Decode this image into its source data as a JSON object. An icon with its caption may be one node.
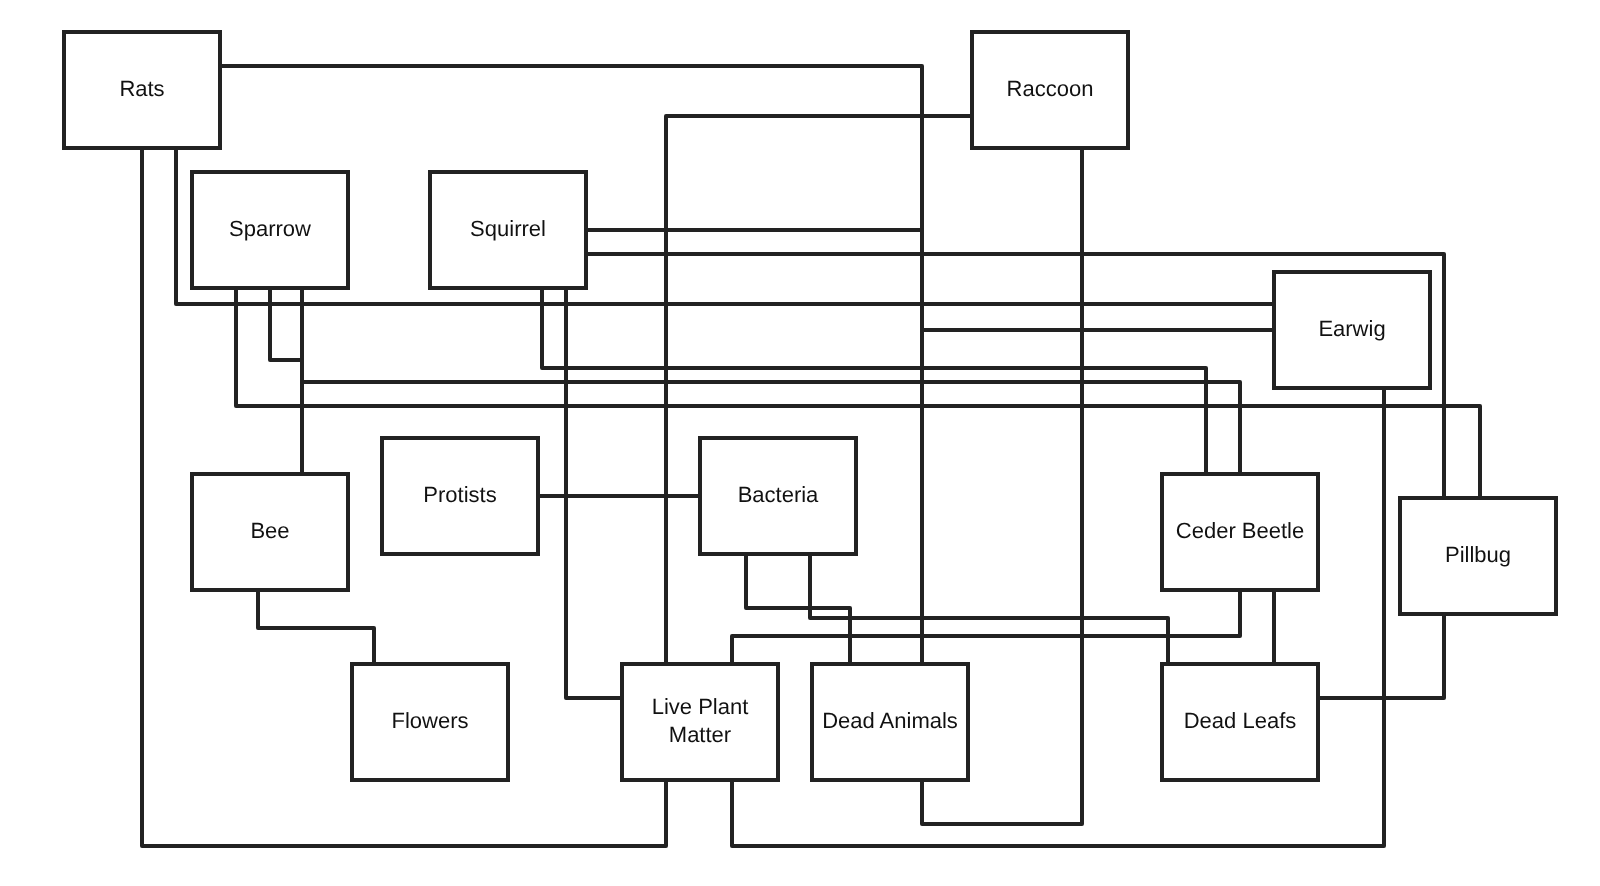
{
  "diagram": {
    "nodes": [
      {
        "text": [
          "Rats"
        ]
      },
      {
        "text": [
          "Raccoon"
        ]
      },
      {
        "text": [
          "Sparrow"
        ]
      },
      {
        "text": [
          "Squirrel"
        ]
      },
      {
        "text": [
          "Earwig"
        ]
      },
      {
        "text": [
          "Protists"
        ]
      },
      {
        "text": [
          "Bacteria"
        ]
      },
      {
        "text": [
          "Bee"
        ]
      },
      {
        "text": [
          "Ceder Beetle"
        ]
      },
      {
        "text": [
          "Pillbug"
        ]
      },
      {
        "text": [
          "Flowers"
        ]
      },
      {
        "text": [
          "Live Plant Matter"
        ]
      },
      {
        "text": [
          "Dead Animals"
        ]
      },
      {
        "text": [
          "Dead Leafs"
        ]
      }
    ],
    "edges": [
      {
        "from": 0,
        "to": 12,
        "arrow": "none"
      },
      {
        "from": 0,
        "to": 11,
        "arrow": "none"
      },
      {
        "from": 0,
        "to": 4,
        "arrow": "none"
      },
      {
        "from": 1,
        "to": 11,
        "arrow": "none"
      },
      {
        "from": 1,
        "to": 12,
        "arrow": "none"
      },
      {
        "from": 2,
        "to": 7,
        "arrow": "none"
      },
      {
        "from": 2,
        "to": 8,
        "arrow": "none"
      },
      {
        "from": 2,
        "to": 9,
        "arrow": "none"
      },
      {
        "from": 3,
        "to": 4,
        "arrow": "none"
      },
      {
        "from": 3,
        "to": 9,
        "arrow": "none"
      },
      {
        "from": 3,
        "to": 8,
        "arrow": "none"
      },
      {
        "from": 3,
        "to": 11,
        "arrow": "none"
      },
      {
        "from": 4,
        "to": 11,
        "arrow": "none"
      },
      {
        "from": 5,
        "to": 6,
        "arrow": "none"
      },
      {
        "from": 6,
        "to": 12,
        "arrow": "none"
      },
      {
        "from": 6,
        "to": 13,
        "arrow": "none"
      },
      {
        "from": 7,
        "to": 10,
        "arrow": "none"
      },
      {
        "from": 8,
        "to": 11,
        "arrow": "none"
      },
      {
        "from": 8,
        "to": 13,
        "arrow": "none"
      },
      {
        "from": 9,
        "to": 13,
        "arrow": "none"
      }
    ]
  }
}
